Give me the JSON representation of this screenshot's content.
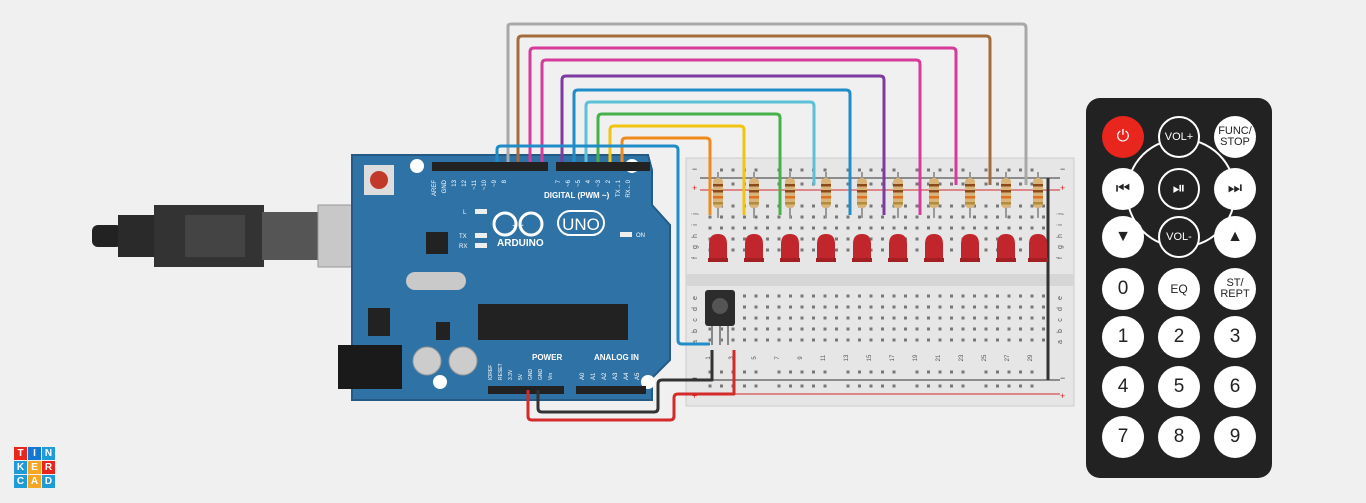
{
  "arduino": {
    "brand": "ARDUINO",
    "model": "UNO",
    "digital_label": "DIGITAL (PWM ~)",
    "power_label": "POWER",
    "analog_label": "ANALOG IN",
    "led_l": "L",
    "led_tx": "TX",
    "led_rx": "RX",
    "on_label": "ON",
    "top_pins": [
      "AREF",
      "GND",
      "13",
      "12",
      "~11",
      "~10",
      "~9",
      "8",
      "7",
      "~6",
      "~5",
      "4",
      "~3",
      "2",
      "TX→1",
      "RX←0"
    ],
    "power_pins": [
      "IOREF",
      "RESET",
      "3.3V",
      "5V",
      "GND",
      "GND",
      "Vin"
    ],
    "analog_pins": [
      "A0",
      "A1",
      "A2",
      "A3",
      "A4",
      "A5"
    ]
  },
  "breadboard": {
    "row_letters_top": [
      "f",
      "g",
      "h",
      "i",
      "j"
    ],
    "row_letters_bottom": [
      "a",
      "b",
      "c",
      "d",
      "e"
    ],
    "plus": "+",
    "minus": "−",
    "col_numbers": [
      "1",
      "3",
      "5",
      "7",
      "9",
      "11",
      "13",
      "15",
      "17",
      "19",
      "21",
      "23",
      "25",
      "27",
      "29"
    ]
  },
  "remote": {
    "power_icon": "⏻",
    "vol_up": "VOL+",
    "func_stop": "FUNC/\nSTOP",
    "rewind_icon": "⏮",
    "play_pause_icon": "⏯",
    "forward_icon": "⏭",
    "down_icon": "▼",
    "vol_down": "VOL-",
    "up_icon": "▲",
    "eq": "EQ",
    "st_rept": "ST/\nREPT",
    "digits": [
      "0",
      "1",
      "2",
      "3",
      "4",
      "5",
      "6",
      "7",
      "8",
      "9"
    ]
  },
  "logo": {
    "letters": [
      "T",
      "I",
      "N",
      "K",
      "E",
      "R",
      "C",
      "A",
      "D"
    ],
    "colors": [
      "#e8261d",
      "#1477d1",
      "#1f9cd8",
      "#1f9cd8",
      "#f6a623",
      "#e8261d",
      "#1f9cd8",
      "#f6a623",
      "#1f9cd8"
    ]
  },
  "colors": {
    "board": "#2f72a6",
    "breadboard": "#e6e6e6",
    "wire_gray": "#a8a8a8",
    "wire_brown": "#a56b3a",
    "wire_pink": "#d63b9c",
    "wire_purple": "#7f3aa1",
    "wire_blue": "#1f8dc8",
    "wire_lightblue": "#5bc1d8",
    "wire_green": "#46b04a",
    "wire_yellow": "#f1c40f",
    "wire_orange": "#f08a1d",
    "wire_red": "#d42a2a",
    "wire_black": "#333333"
  }
}
